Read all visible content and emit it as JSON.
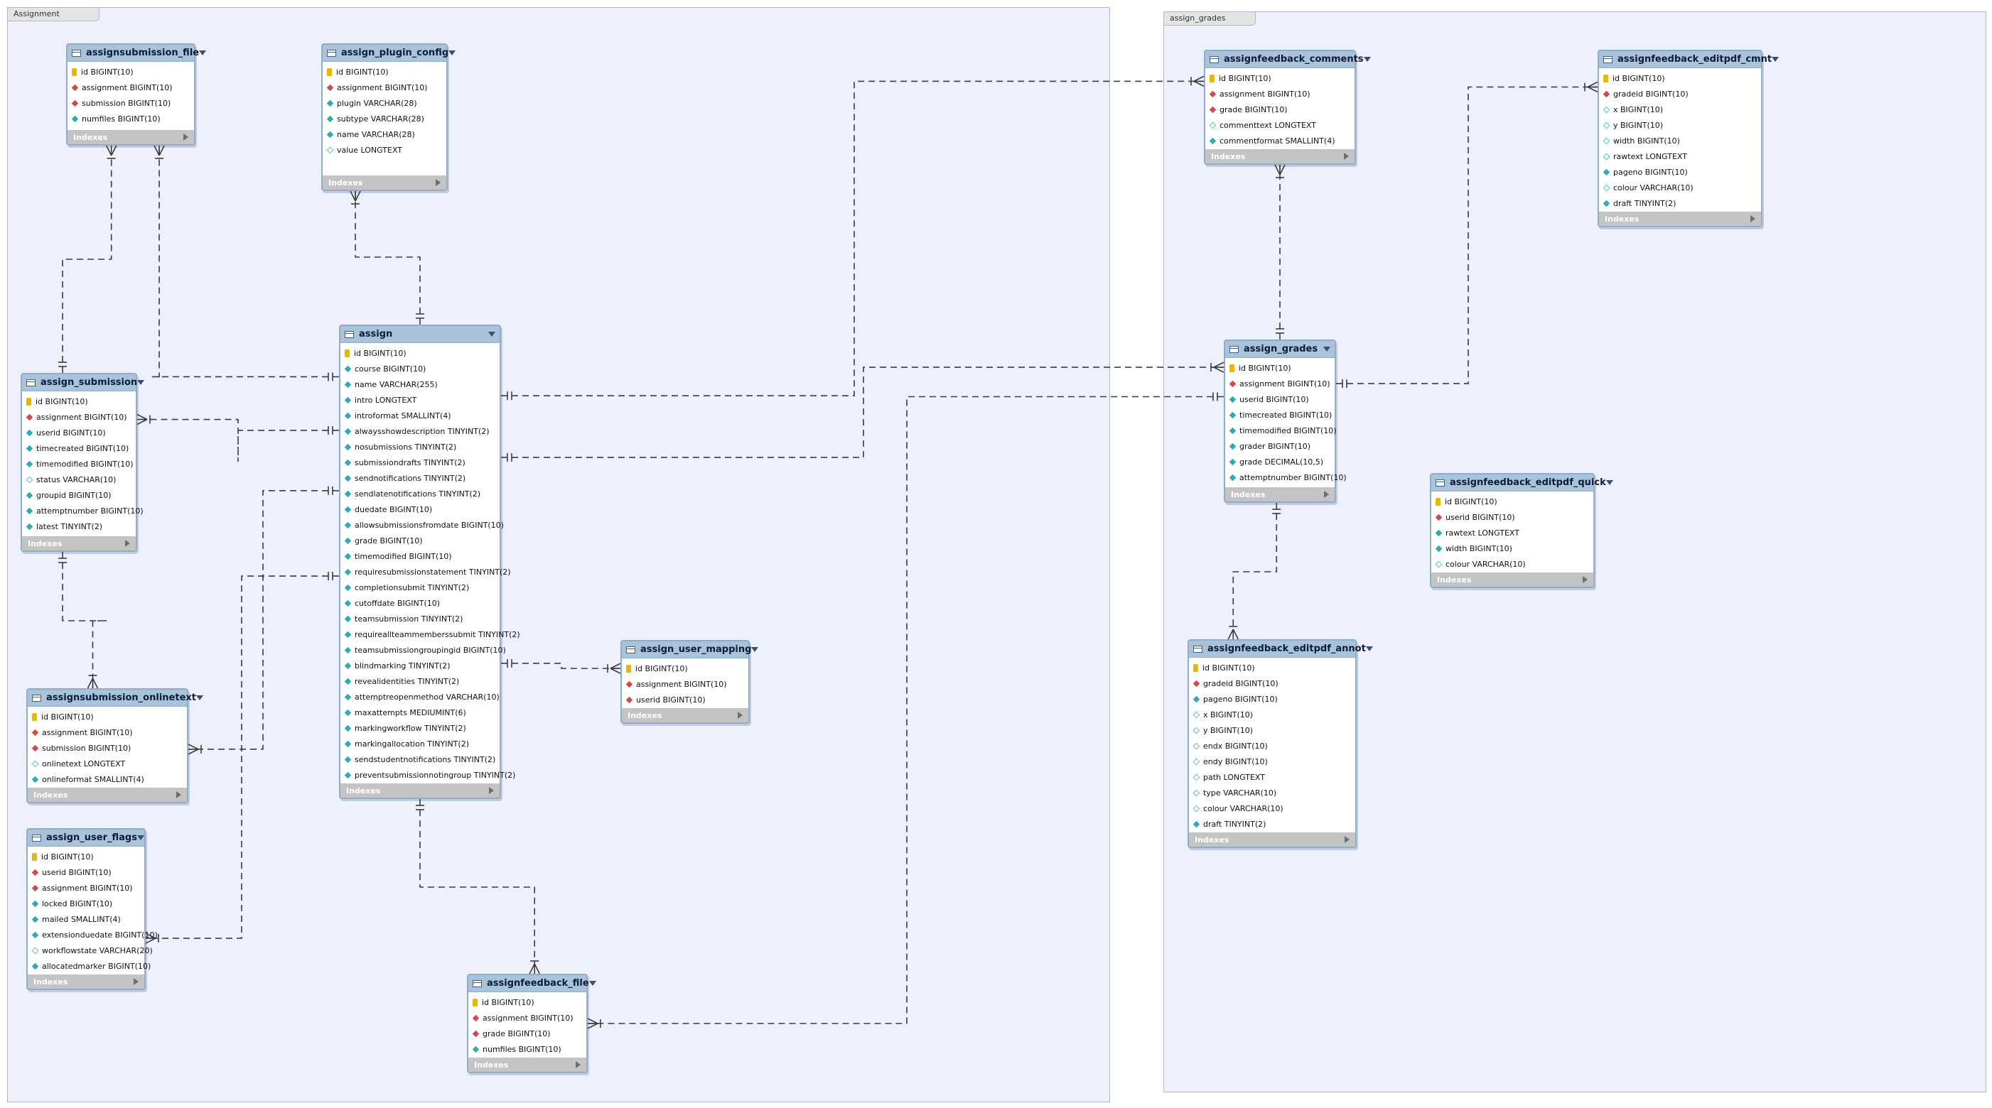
{
  "layers": [
    {
      "id": "assignment",
      "title": "Assignment"
    },
    {
      "id": "assign-grades",
      "title": "assign_grades"
    }
  ],
  "colors": {
    "pk": "#e6b800",
    "fk": "#cf4a4a",
    "nn": "#35a9b0",
    "header": "#a8c3da",
    "layer_bg": "#eef0fc"
  },
  "key_legend": {
    "pk": "primary-key-icon",
    "fk": "foreign-key-icon",
    "nn": "not-null-column-icon",
    "null": "nullable-column-icon"
  },
  "indexes_label": "Indexes",
  "tables": [
    {
      "id": "assignsubmission_file",
      "name": "assignsubmission_file",
      "columns": [
        {
          "text": "id BIGINT(10)",
          "key": "pk"
        },
        {
          "text": "assignment BIGINT(10)",
          "key": "fk"
        },
        {
          "text": "submission BIGINT(10)",
          "key": "fk"
        },
        {
          "text": "numfiles BIGINT(10)",
          "key": "nn"
        }
      ]
    },
    {
      "id": "assign_plugin_config",
      "name": "assign_plugin_config",
      "columns": [
        {
          "text": "id BIGINT(10)",
          "key": "pk"
        },
        {
          "text": "assignment BIGINT(10)",
          "key": "fk"
        },
        {
          "text": "plugin VARCHAR(28)",
          "key": "nn"
        },
        {
          "text": "subtype VARCHAR(28)",
          "key": "nn"
        },
        {
          "text": "name VARCHAR(28)",
          "key": "nn"
        },
        {
          "text": "value LONGTEXT",
          "key": "null"
        }
      ]
    },
    {
      "id": "assign",
      "name": "assign",
      "columns": [
        {
          "text": "id BIGINT(10)",
          "key": "pk"
        },
        {
          "text": "course BIGINT(10)",
          "key": "nn"
        },
        {
          "text": "name VARCHAR(255)",
          "key": "nn"
        },
        {
          "text": "intro LONGTEXT",
          "key": "nn"
        },
        {
          "text": "introformat SMALLINT(4)",
          "key": "nn"
        },
        {
          "text": "alwaysshowdescription TINYINT(2)",
          "key": "nn"
        },
        {
          "text": "nosubmissions TINYINT(2)",
          "key": "nn"
        },
        {
          "text": "submissiondrafts TINYINT(2)",
          "key": "nn"
        },
        {
          "text": "sendnotifications TINYINT(2)",
          "key": "nn"
        },
        {
          "text": "sendlatenotifications TINYINT(2)",
          "key": "nn"
        },
        {
          "text": "duedate BIGINT(10)",
          "key": "nn"
        },
        {
          "text": "allowsubmissionsfromdate BIGINT(10)",
          "key": "nn"
        },
        {
          "text": "grade BIGINT(10)",
          "key": "nn"
        },
        {
          "text": "timemodified BIGINT(10)",
          "key": "nn"
        },
        {
          "text": "requiresubmissionstatement TINYINT(2)",
          "key": "nn"
        },
        {
          "text": "completionsubmit TINYINT(2)",
          "key": "nn"
        },
        {
          "text": "cutoffdate BIGINT(10)",
          "key": "nn"
        },
        {
          "text": "teamsubmission TINYINT(2)",
          "key": "nn"
        },
        {
          "text": "requireallteammemberssubmit TINYINT(2)",
          "key": "nn"
        },
        {
          "text": "teamsubmissiongroupingid BIGINT(10)",
          "key": "nn"
        },
        {
          "text": "blindmarking TINYINT(2)",
          "key": "nn"
        },
        {
          "text": "revealidentities TINYINT(2)",
          "key": "nn"
        },
        {
          "text": "attemptreopenmethod VARCHAR(10)",
          "key": "nn"
        },
        {
          "text": "maxattempts MEDIUMINT(6)",
          "key": "nn"
        },
        {
          "text": "markingworkflow TINYINT(2)",
          "key": "nn"
        },
        {
          "text": "markingallocation TINYINT(2)",
          "key": "nn"
        },
        {
          "text": "sendstudentnotifications TINYINT(2)",
          "key": "nn"
        },
        {
          "text": "preventsubmissionnotingroup TINYINT(2)",
          "key": "nn"
        }
      ]
    },
    {
      "id": "assign_submission",
      "name": "assign_submission",
      "columns": [
        {
          "text": "id BIGINT(10)",
          "key": "pk"
        },
        {
          "text": "assignment BIGINT(10)",
          "key": "fk"
        },
        {
          "text": "userid BIGINT(10)",
          "key": "nn"
        },
        {
          "text": "timecreated BIGINT(10)",
          "key": "nn"
        },
        {
          "text": "timemodified BIGINT(10)",
          "key": "nn"
        },
        {
          "text": "status VARCHAR(10)",
          "key": "null"
        },
        {
          "text": "groupid BIGINT(10)",
          "key": "nn"
        },
        {
          "text": "attemptnumber BIGINT(10)",
          "key": "nn"
        },
        {
          "text": "latest TINYINT(2)",
          "key": "nn"
        }
      ]
    },
    {
      "id": "assignsubmission_onlinetext",
      "name": "assignsubmission_onlinetext",
      "columns": [
        {
          "text": "id BIGINT(10)",
          "key": "pk"
        },
        {
          "text": "assignment BIGINT(10)",
          "key": "fk"
        },
        {
          "text": "submission BIGINT(10)",
          "key": "fk"
        },
        {
          "text": "onlinetext LONGTEXT",
          "key": "null"
        },
        {
          "text": "onlineformat SMALLINT(4)",
          "key": "nn"
        }
      ]
    },
    {
      "id": "assign_user_flags",
      "name": "assign_user_flags",
      "columns": [
        {
          "text": "id BIGINT(10)",
          "key": "pk"
        },
        {
          "text": "userid BIGINT(10)",
          "key": "fk"
        },
        {
          "text": "assignment BIGINT(10)",
          "key": "fk"
        },
        {
          "text": "locked BIGINT(10)",
          "key": "nn"
        },
        {
          "text": "mailed SMALLINT(4)",
          "key": "nn"
        },
        {
          "text": "extensionduedate BIGINT(10)",
          "key": "nn"
        },
        {
          "text": "workflowstate VARCHAR(20)",
          "key": "null"
        },
        {
          "text": "allocatedmarker BIGINT(10)",
          "key": "nn"
        }
      ]
    },
    {
      "id": "assign_user_mapping",
      "name": "assign_user_mapping",
      "columns": [
        {
          "text": "id BIGINT(10)",
          "key": "pk"
        },
        {
          "text": "assignment BIGINT(10)",
          "key": "fk"
        },
        {
          "text": "userid BIGINT(10)",
          "key": "fk"
        }
      ]
    },
    {
      "id": "assignfeedback_file",
      "name": "assignfeedback_file",
      "columns": [
        {
          "text": "id BIGINT(10)",
          "key": "pk"
        },
        {
          "text": "assignment BIGINT(10)",
          "key": "fk"
        },
        {
          "text": "grade BIGINT(10)",
          "key": "fk"
        },
        {
          "text": "numfiles BIGINT(10)",
          "key": "nn"
        }
      ]
    },
    {
      "id": "assignfeedback_comments",
      "name": "assignfeedback_comments",
      "columns": [
        {
          "text": "id BIGINT(10)",
          "key": "pk"
        },
        {
          "text": "assignment BIGINT(10)",
          "key": "fk"
        },
        {
          "text": "grade BIGINT(10)",
          "key": "fk"
        },
        {
          "text": "commenttext LONGTEXT",
          "key": "null"
        },
        {
          "text": "commentformat SMALLINT(4)",
          "key": "nn"
        }
      ]
    },
    {
      "id": "assignfeedback_editpdf_cmnt",
      "name": "assignfeedback_editpdf_cmnt",
      "columns": [
        {
          "text": "id BIGINT(10)",
          "key": "pk"
        },
        {
          "text": "gradeid BIGINT(10)",
          "key": "fk"
        },
        {
          "text": "x BIGINT(10)",
          "key": "null"
        },
        {
          "text": "y BIGINT(10)",
          "key": "null"
        },
        {
          "text": "width BIGINT(10)",
          "key": "null"
        },
        {
          "text": "rawtext LONGTEXT",
          "key": "null"
        },
        {
          "text": "pageno BIGINT(10)",
          "key": "nn"
        },
        {
          "text": "colour VARCHAR(10)",
          "key": "null"
        },
        {
          "text": "draft TINYINT(2)",
          "key": "nn"
        }
      ]
    },
    {
      "id": "assign_grades",
      "name": "assign_grades",
      "columns": [
        {
          "text": "id BIGINT(10)",
          "key": "pk"
        },
        {
          "text": "assignment BIGINT(10)",
          "key": "fk"
        },
        {
          "text": "userid BIGINT(10)",
          "key": "nn"
        },
        {
          "text": "timecreated BIGINT(10)",
          "key": "nn"
        },
        {
          "text": "timemodified BIGINT(10)",
          "key": "nn"
        },
        {
          "text": "grader BIGINT(10)",
          "key": "nn"
        },
        {
          "text": "grade DECIMAL(10,5)",
          "key": "nn"
        },
        {
          "text": "attemptnumber BIGINT(10)",
          "key": "nn"
        }
      ]
    },
    {
      "id": "assignfeedback_editpdf_quick",
      "name": "assignfeedback_editpdf_quick",
      "columns": [
        {
          "text": "id BIGINT(10)",
          "key": "pk"
        },
        {
          "text": "userid BIGINT(10)",
          "key": "fk"
        },
        {
          "text": "rawtext LONGTEXT",
          "key": "nn"
        },
        {
          "text": "width BIGINT(10)",
          "key": "nn"
        },
        {
          "text": "colour VARCHAR(10)",
          "key": "null"
        }
      ]
    },
    {
      "id": "assignfeedback_editpdf_annot",
      "name": "assignfeedback_editpdf_annot",
      "columns": [
        {
          "text": "id BIGINT(10)",
          "key": "pk"
        },
        {
          "text": "gradeid BIGINT(10)",
          "key": "fk"
        },
        {
          "text": "pageno BIGINT(10)",
          "key": "nn"
        },
        {
          "text": "x BIGINT(10)",
          "key": "null"
        },
        {
          "text": "y BIGINT(10)",
          "key": "null"
        },
        {
          "text": "endx BIGINT(10)",
          "key": "null"
        },
        {
          "text": "endy BIGINT(10)",
          "key": "null"
        },
        {
          "text": "path LONGTEXT",
          "key": "null"
        },
        {
          "text": "type VARCHAR(10)",
          "key": "null"
        },
        {
          "text": "colour VARCHAR(10)",
          "key": "null"
        },
        {
          "text": "draft TINYINT(2)",
          "key": "nn"
        }
      ]
    }
  ],
  "relationships": [
    {
      "parent": "assign",
      "child": "assignsubmission_file",
      "cardinality": "one-to-many"
    },
    {
      "parent": "assign_submission",
      "child": "assignsubmission_file",
      "cardinality": "one-to-many"
    },
    {
      "parent": "assign",
      "child": "assign_plugin_config",
      "cardinality": "one-to-many"
    },
    {
      "parent": "assign",
      "child": "assign_submission",
      "cardinality": "one-to-many"
    },
    {
      "parent": "assign_submission",
      "child": "assignsubmission_onlinetext",
      "cardinality": "one-to-many"
    },
    {
      "parent": "assign",
      "child": "assignsubmission_onlinetext",
      "cardinality": "one-to-many"
    },
    {
      "parent": "assign",
      "child": "assign_user_flags",
      "cardinality": "one-to-many"
    },
    {
      "parent": "assign",
      "child": "assign_user_mapping",
      "cardinality": "one-to-many"
    },
    {
      "parent": "assign",
      "child": "assignfeedback_file",
      "cardinality": "one-to-many"
    },
    {
      "parent": "assign_grades",
      "child": "assignfeedback_file",
      "cardinality": "one-to-many"
    },
    {
      "parent": "assign",
      "child": "assignfeedback_comments",
      "cardinality": "one-to-many"
    },
    {
      "parent": "assign_grades",
      "child": "assignfeedback_comments",
      "cardinality": "one-to-many"
    },
    {
      "parent": "assign",
      "child": "assign_grades",
      "cardinality": "one-to-many"
    },
    {
      "parent": "assign_grades",
      "child": "assignfeedback_editpdf_cmnt",
      "cardinality": "one-to-many"
    },
    {
      "parent": "assign_grades",
      "child": "assignfeedback_editpdf_annot",
      "cardinality": "one-to-many"
    }
  ]
}
